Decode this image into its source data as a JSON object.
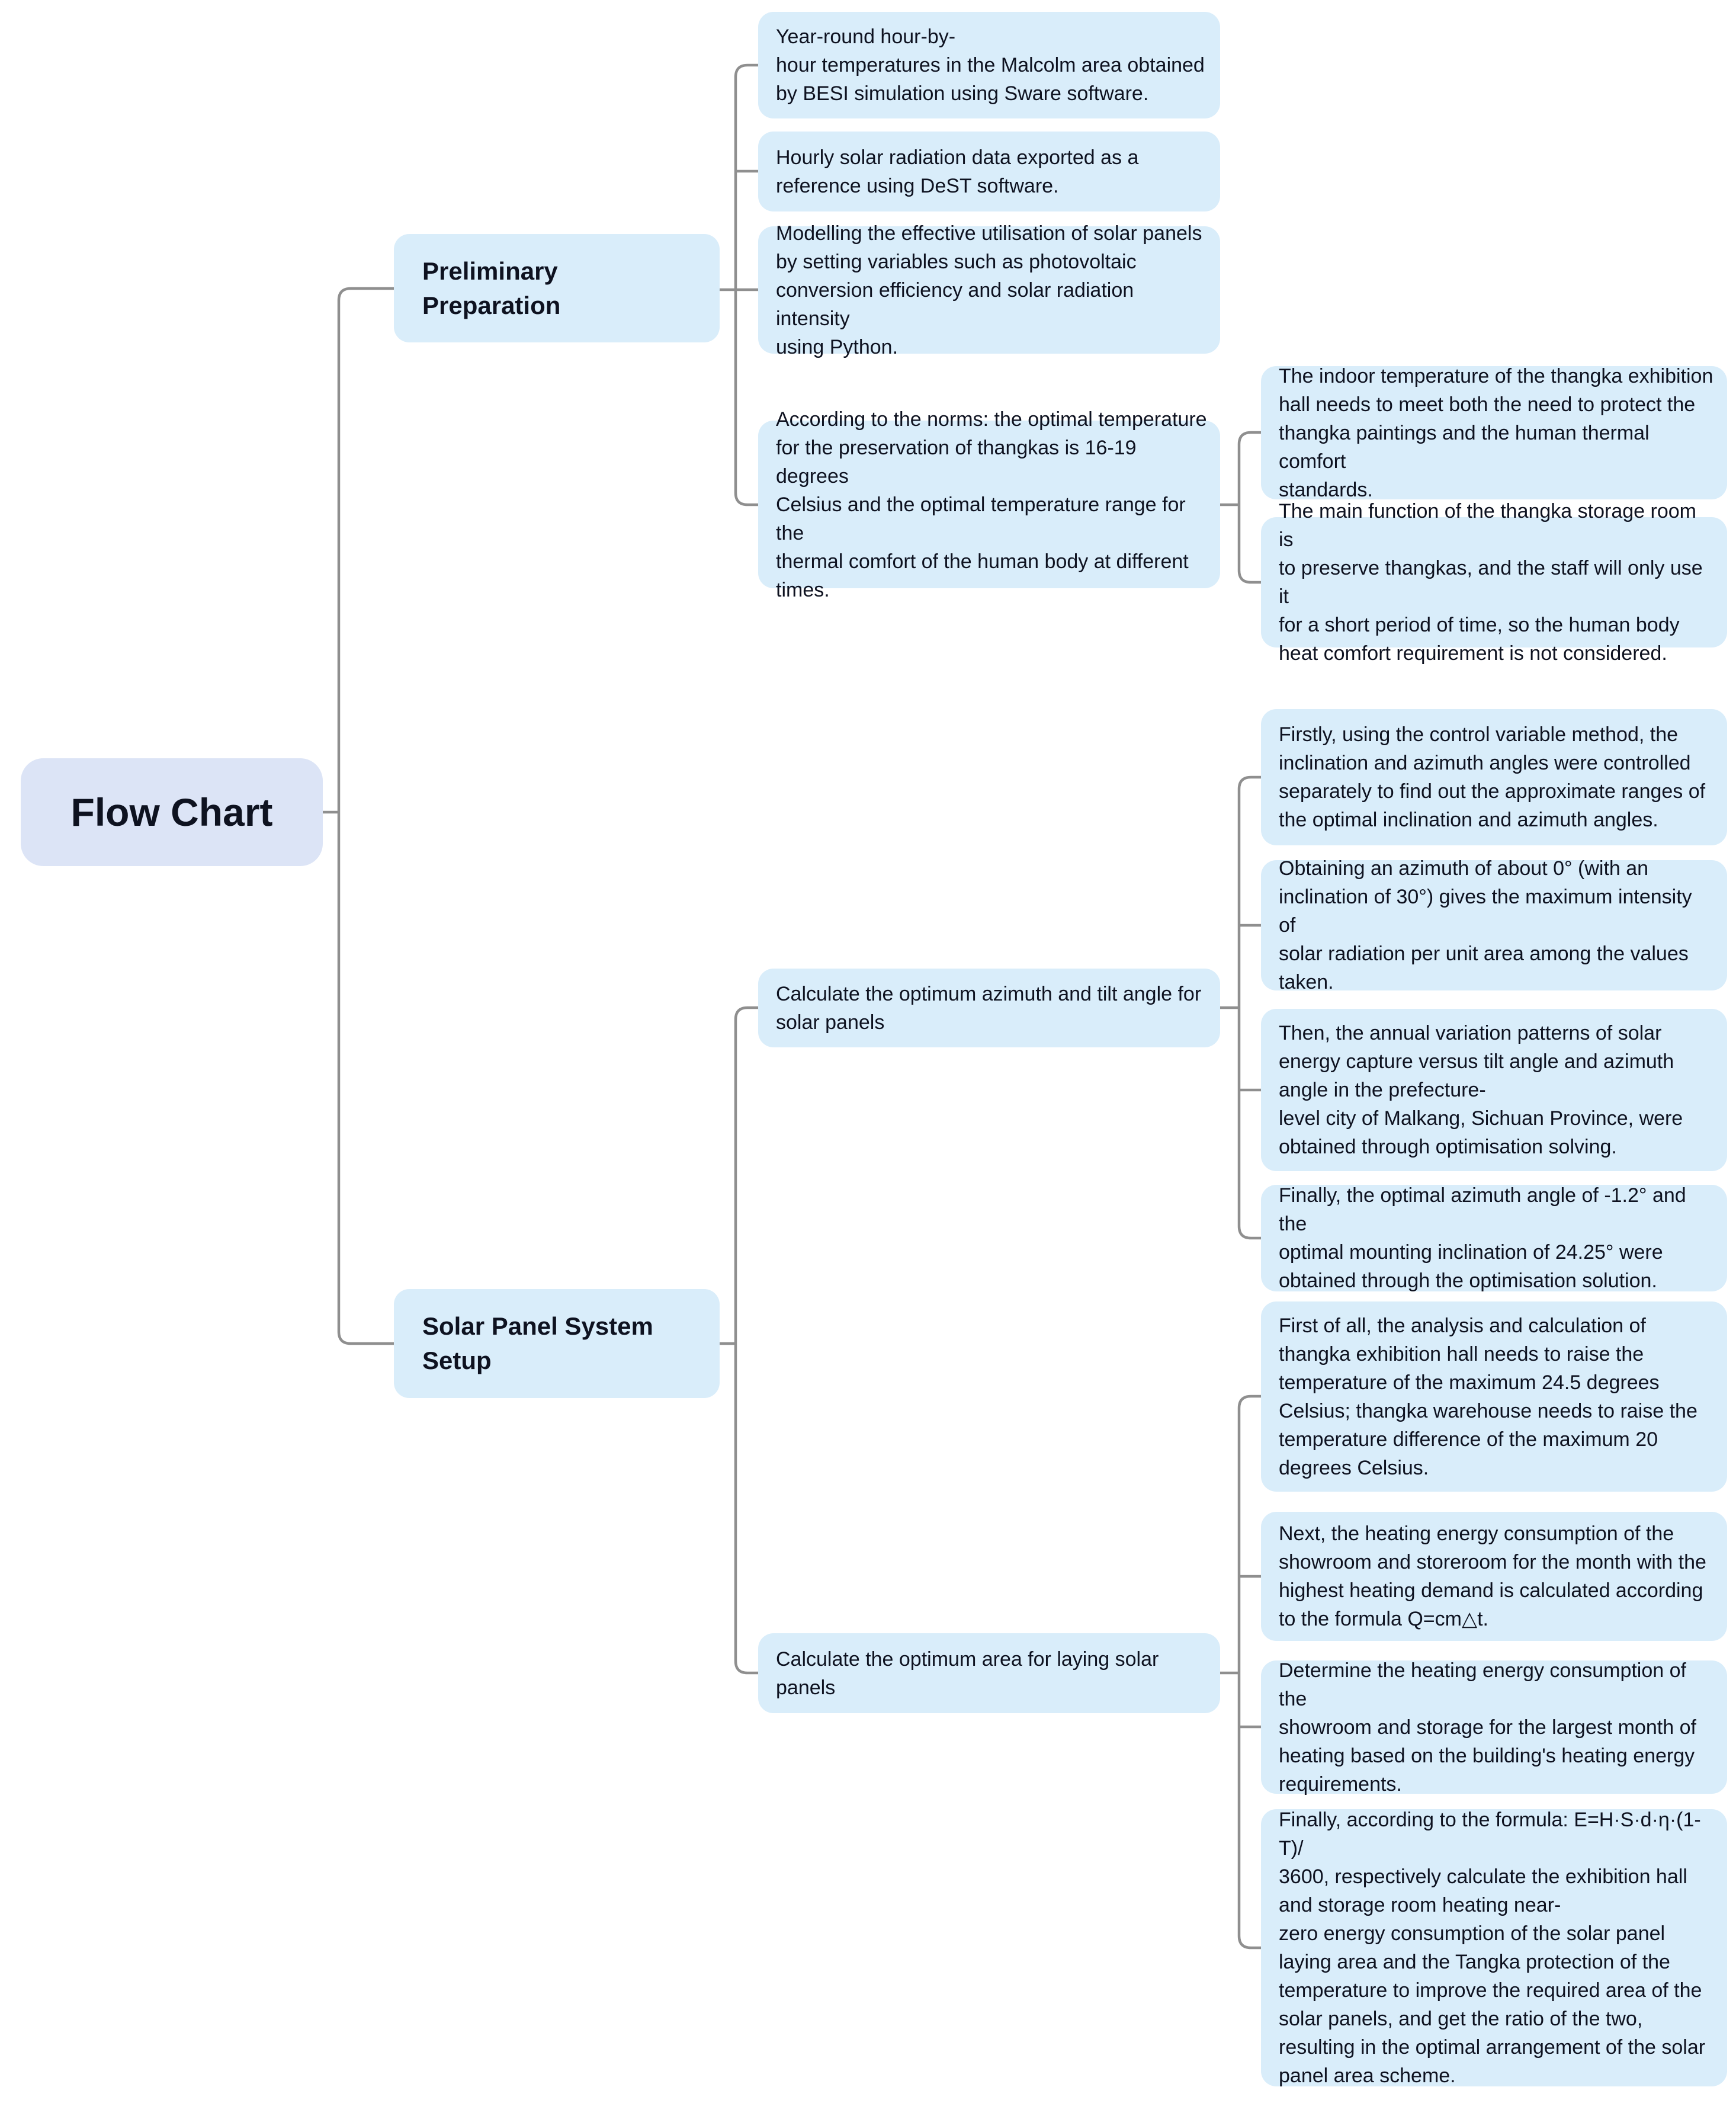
{
  "title": "Flow Chart",
  "colors": {
    "background": "#ffffff",
    "root_fill": "#dce4f6",
    "node_fill": "#d9edfa",
    "connector": "#8f8f8f",
    "text": "#0e1220"
  },
  "nodes": {
    "root": {
      "label": "Flow Chart"
    },
    "prelim": {
      "label": "Preliminary\nPreparation"
    },
    "solar": {
      "label": "Solar Panel System\nSetup"
    },
    "besi": {
      "text": "Year-round hour-by-\nhour temperatures in the Malcolm area obtained\nby BESI simulation using Sware software."
    },
    "dest": {
      "text": "Hourly solar radiation data exported as a\nreference using DeST software."
    },
    "python": {
      "text": "Modelling the effective utilisation of solar panels\nby setting variables such as photovoltaic\nconversion efficiency and solar radiation intensity\nusing Python."
    },
    "norms": {
      "text": "According to the norms: the optimal temperature\nfor the preservation of thangkas is 16-19 degrees\nCelsius and the optimal temperature range for the\nthermal comfort of the human body at different\ntimes."
    },
    "exhibition_hall": {
      "text": "The indoor temperature of the thangka exhibition\nhall needs to meet both the need to protect the\nthangka paintings and the human thermal comfort\nstandards."
    },
    "storage_room": {
      "text": "The main function of the thangka storage room is\nto preserve thangkas, and the staff will only use it\nfor a short period of time, so the human body\nheat comfort requirement is not considered."
    },
    "azimuth_tilt": {
      "text": "Calculate the optimum azimuth and tilt angle for\nsolar panels"
    },
    "optimum_area": {
      "text": "Calculate the optimum area for laying solar\npanels"
    },
    "firstly_control": {
      "text": "Firstly, using the control variable method, the\ninclination and azimuth angles were controlled\nseparately to find out the approximate ranges of\nthe optimal inclination and azimuth angles."
    },
    "obtaining_azimuth": {
      "text": "Obtaining an azimuth of about 0° (with an\ninclination of 30°) gives the maximum intensity of\nsolar radiation per unit area among the values\ntaken."
    },
    "then_patterns": {
      "text": "Then, the annual variation patterns of solar\nenergy capture versus tilt angle and azimuth\nangle in the prefecture-\nlevel city of Malkang, Sichuan Province, were\nobtained through optimisation solving."
    },
    "finally_angles": {
      "text": "Finally, the optimal azimuth angle of -1.2° and the\noptimal mounting inclination of 24.25° were\nobtained through the optimisation solution."
    },
    "first_of_all": {
      "text": "First of all, the analysis and calculation of\nthangka exhibition hall needs to raise the\ntemperature of the maximum 24.5 degrees\nCelsius; thangka warehouse needs to raise the\ntemperature difference of the maximum 20\ndegrees Celsius."
    },
    "next_heating": {
      "text": "Next, the heating energy consumption of the\nshowroom and storeroom for the month with the\nhighest heating demand is calculated according\nto the formula Q=cm△t."
    },
    "determine_heating": {
      "text": "Determine the heating energy consumption of the\nshowroom and storage for the largest month of\nheating based on the building's heating energy\nrequirements."
    },
    "finally_formula": {
      "text": "Finally, according to the formula: E=H·S·d·η·(1-T)/\n3600, respectively calculate the exhibition hall\nand storage room heating near-\nzero energy consumption of the solar panel\nlaying area and the Tangka protection of the\ntemperature to improve the required area of the\nsolar panels, and get the ratio of the two,\nresulting in the optimal arrangement of the solar\npanel area scheme."
    }
  }
}
